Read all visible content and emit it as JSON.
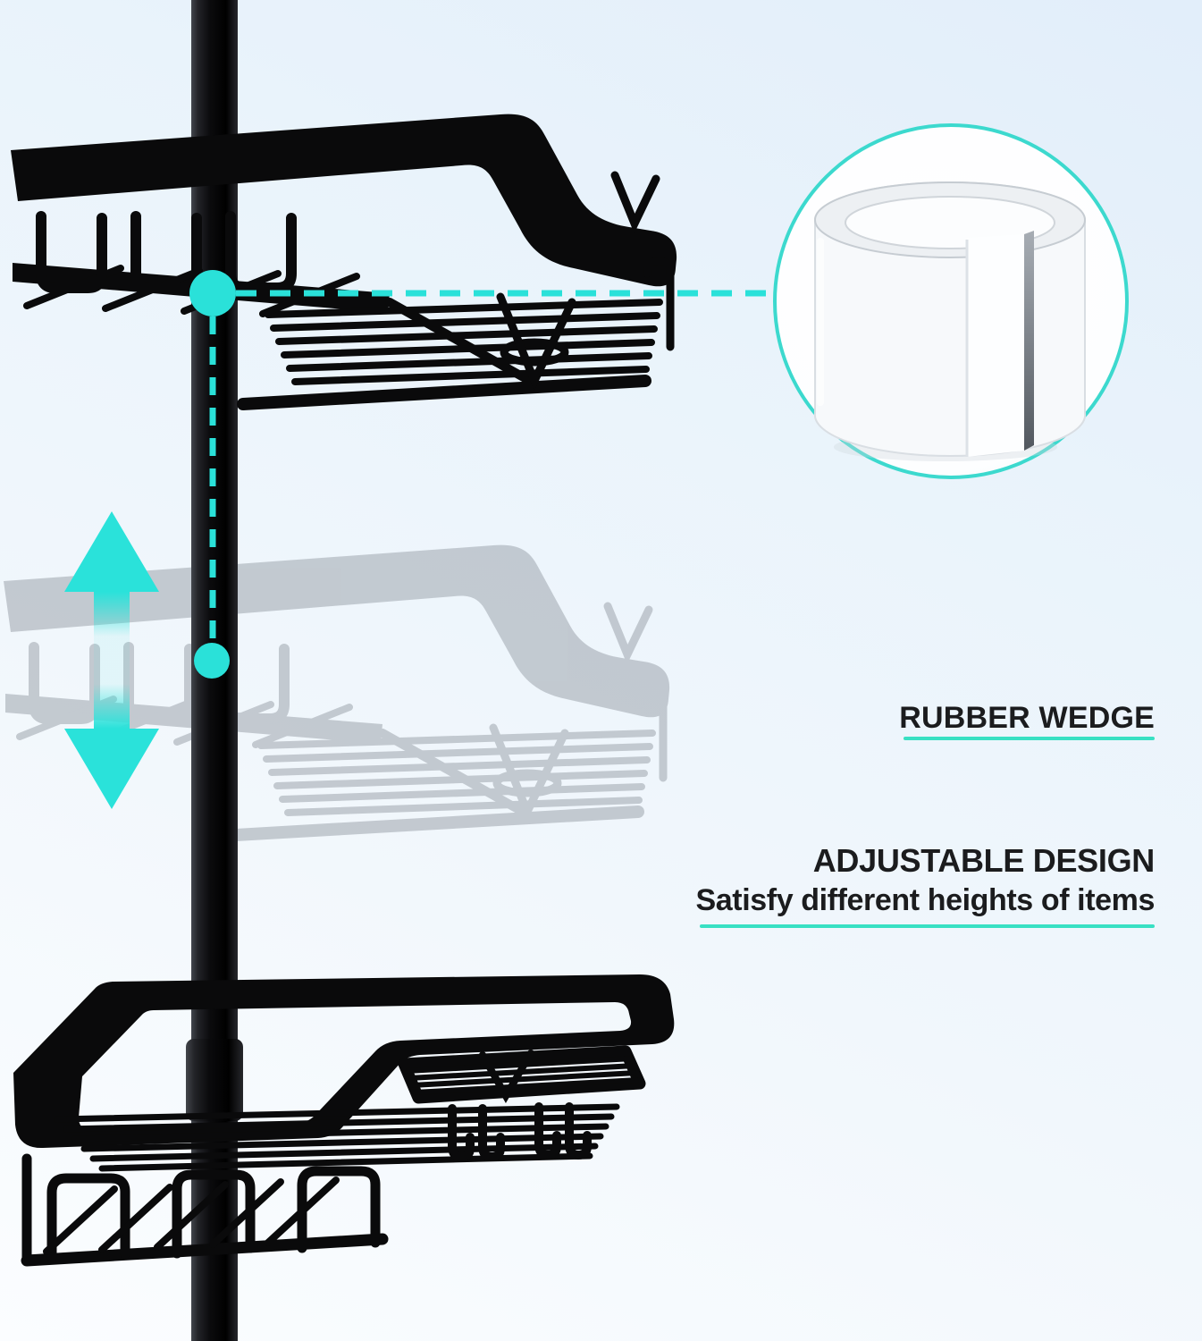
{
  "annotations": {
    "rubber_wedge_label": "RUBBER WEDGE",
    "adjustable_title": "ADJUSTABLE DESIGN",
    "adjustable_subtitle": "Satisfy different heights of items"
  },
  "icons": {
    "up_down_arrow": "double-headed-vertical-arrow",
    "callout_dot_top": "filled-cyan-dot",
    "callout_dot_bottom": "filled-cyan-dot",
    "dashed_connector_horizontal": "dashed-leader-line",
    "dashed_connector_vertical": "dashed-leader-line",
    "rubber_wedge_inset": "magnified-detail-circle"
  },
  "colors": {
    "accent_cyan": "#2AE1D9",
    "underline_teal": "#38E0C3",
    "inset_ring_teal": "#3CD9CE",
    "background_blue": "#E4F0FB",
    "background_white": "#FBFDFF",
    "product_black": "#0A0A0B",
    "ghost_shelf_gray": "#A7AEB6",
    "wedge_body_white": "#F7F9FB",
    "wedge_slit_gray": "#52585F",
    "text_black": "#1B1C1E"
  }
}
